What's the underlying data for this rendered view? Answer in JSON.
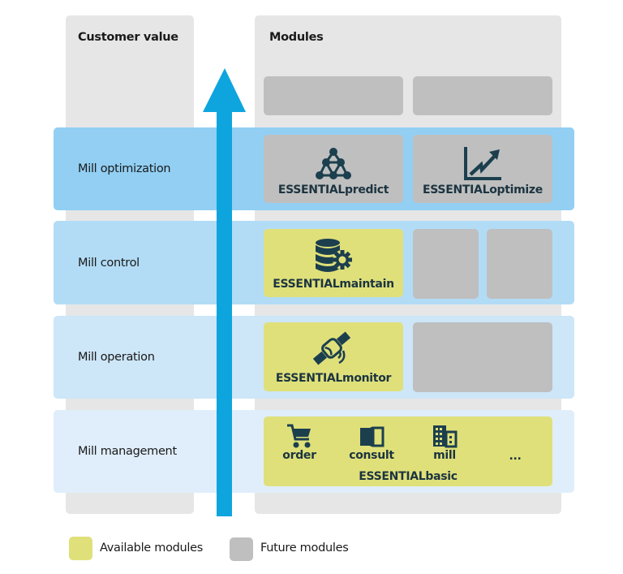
{
  "colors": {
    "available": "#dfe07a",
    "future": "#bfbfbf",
    "arrow": "#0ea5df",
    "icon": "#1c3f4e",
    "row_optimization": "#92cff3",
    "row_control": "#b2dcf6",
    "row_operation": "#cde6f8",
    "row_management": "#e0eefb"
  },
  "columns": {
    "left_title": "Customer value",
    "right_title": "Modules"
  },
  "arrow": {
    "direction": "up",
    "meaning": "increasing customer value"
  },
  "rows": [
    {
      "label": "Mill optimization",
      "modules": [
        {
          "name": "ESSENTIALpredict",
          "status": "future",
          "icon": "network-triangle-icon"
        },
        {
          "name": "ESSENTIALoptimize",
          "status": "future",
          "icon": "trend-chart-icon"
        }
      ]
    },
    {
      "label": "Mill control",
      "modules": [
        {
          "name": "ESSENTIALmaintain",
          "status": "available",
          "icon": "database-gear-icon"
        },
        {
          "name": "",
          "status": "future"
        },
        {
          "name": "",
          "status": "future"
        }
      ]
    },
    {
      "label": "Mill operation",
      "modules": [
        {
          "name": "ESSENTIALmonitor",
          "status": "available",
          "icon": "satellite-icon"
        },
        {
          "name": "",
          "status": "future"
        }
      ]
    },
    {
      "label": "Mill management",
      "modules": [
        {
          "name": "ESSENTIALbasic",
          "status": "available",
          "items": [
            {
              "label": "order",
              "icon": "cart-icon"
            },
            {
              "label": "consult",
              "icon": "book-icon"
            },
            {
              "label": "mill",
              "icon": "building-icon"
            },
            {
              "label": "..."
            }
          ]
        }
      ]
    }
  ],
  "top_placeholders": [
    {
      "status": "future"
    },
    {
      "status": "future"
    }
  ],
  "legend": [
    {
      "label": "Available modules",
      "status": "available"
    },
    {
      "label": "Future modules",
      "status": "future"
    }
  ]
}
